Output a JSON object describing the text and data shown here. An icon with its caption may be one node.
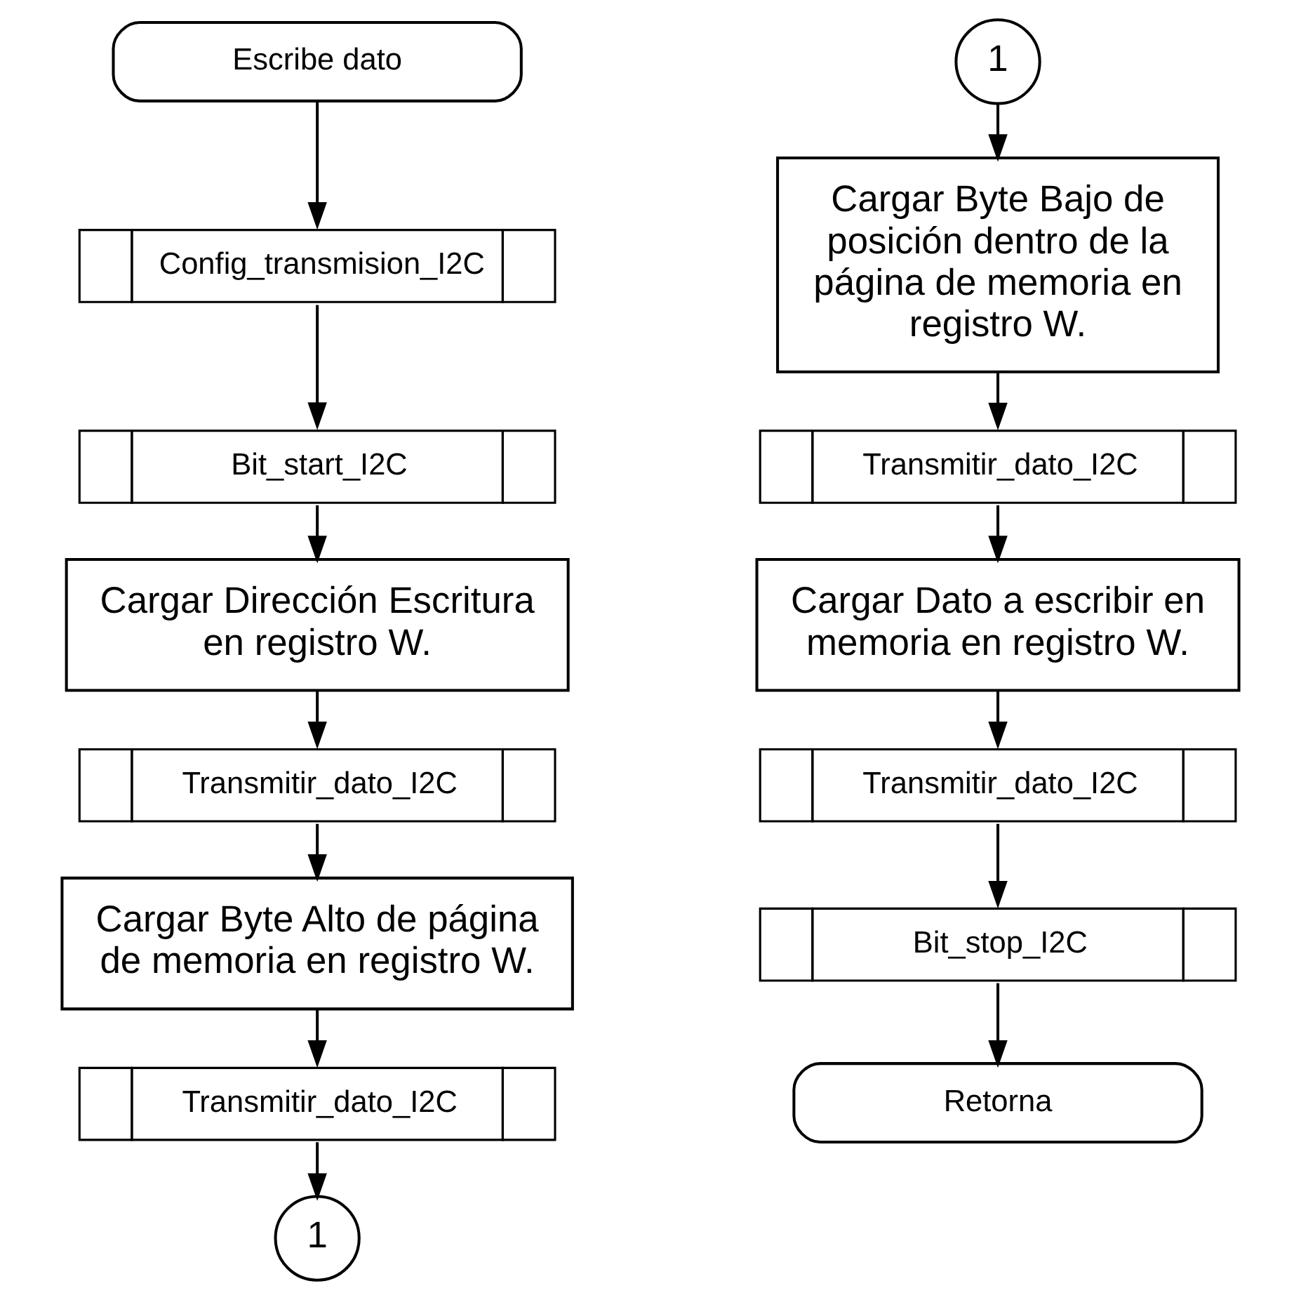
{
  "diagram": {
    "nodes": [
      {
        "text": [
          "Escribe dato"
        ]
      },
      {
        "text": [
          "Config_transmision_I2C"
        ]
      },
      {
        "text": [
          "Bit_start_I2C"
        ]
      },
      {
        "text": [
          "Cargar Dirección Escritura en registro W."
        ]
      },
      {
        "text": [
          "Transmitir_dato_I2C"
        ]
      },
      {
        "text": [
          "Cargar Byte Alto de página de memoria en registro W."
        ]
      },
      {
        "text": [
          "Transmitir_dato_I2C"
        ]
      },
      {
        "text": [
          "1"
        ]
      },
      {
        "text": [
          "1"
        ]
      },
      {
        "text": [
          "Cargar Byte Bajo de posición dentro de la página de memoria en registro W."
        ]
      },
      {
        "text": [
          "Transmitir_dato_I2C"
        ]
      },
      {
        "text": [
          "Cargar Dato a escribir en memoria en registro W."
        ]
      },
      {
        "text": [
          "Transmitir_dato_I2C"
        ]
      },
      {
        "text": [
          "Bit_stop_I2C"
        ]
      },
      {
        "text": [
          "Retorna"
        ]
      }
    ],
    "edges": [
      {
        "from": 0,
        "to": 1,
        "arrow": "to"
      },
      {
        "from": 1,
        "to": 2,
        "arrow": "to"
      },
      {
        "from": 2,
        "to": 3,
        "arrow": "to"
      },
      {
        "from": 3,
        "to": 4,
        "arrow": "to"
      },
      {
        "from": 4,
        "to": 5,
        "arrow": "to"
      },
      {
        "from": 5,
        "to": 6,
        "arrow": "to"
      },
      {
        "from": 6,
        "to": 7,
        "arrow": "to"
      },
      {
        "from": 8,
        "to": 9,
        "arrow": "to"
      },
      {
        "from": 9,
        "to": 10,
        "arrow": "to"
      },
      {
        "from": 10,
        "to": 11,
        "arrow": "to"
      },
      {
        "from": 11,
        "to": 12,
        "arrow": "to"
      },
      {
        "from": 12,
        "to": 13,
        "arrow": "to"
      },
      {
        "from": 13,
        "to": 14,
        "arrow": "to"
      }
    ]
  }
}
